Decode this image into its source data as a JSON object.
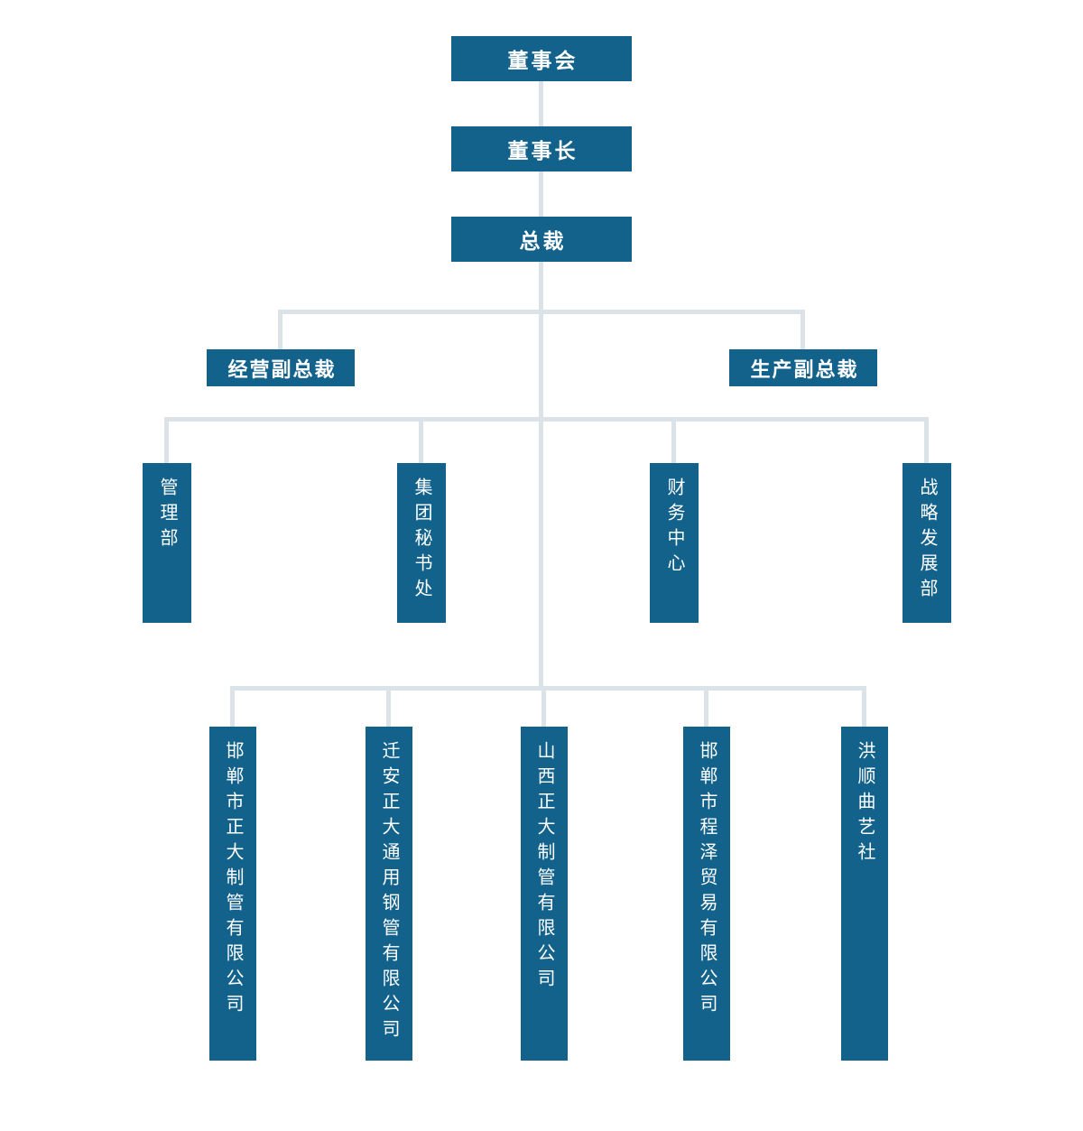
{
  "palette": {
    "node_fill": "#12628c",
    "node_text": "#ffffff",
    "connector_line": "#dce3e8",
    "background": "#ffffff"
  },
  "org_chart": {
    "type": "org-chart",
    "levels": [
      {
        "level": 1,
        "nodes": [
          "board"
        ]
      },
      {
        "level": 2,
        "nodes": [
          "chairman"
        ]
      },
      {
        "level": 3,
        "nodes": [
          "president"
        ]
      },
      {
        "level": 4,
        "nodes": [
          "vp_operations",
          "vp_production"
        ]
      },
      {
        "level": 5,
        "nodes": [
          "management_dept",
          "group_secretariat",
          "finance_center",
          "strategy_dev_dept"
        ]
      },
      {
        "level": 6,
        "nodes": [
          "handan_zhengda_pipe",
          "qianan_zhengda_steel",
          "shanxi_zhengda_pipe",
          "handan_chengze_trading",
          "hongshun_quyi"
        ]
      }
    ],
    "nodes": {
      "board": {
        "label": "董事会",
        "reports_to": null
      },
      "chairman": {
        "label": "董事长",
        "reports_to": "board"
      },
      "president": {
        "label": "总裁",
        "reports_to": "chairman"
      },
      "vp_operations": {
        "label": "经营副总裁",
        "reports_to": "president"
      },
      "vp_production": {
        "label": "生产副总裁",
        "reports_to": "president"
      },
      "management_dept": {
        "label": "管理部",
        "reports_to": "president"
      },
      "group_secretariat": {
        "label": "集团秘书处",
        "reports_to": "president"
      },
      "finance_center": {
        "label": "财务中心",
        "reports_to": "president"
      },
      "strategy_dev_dept": {
        "label": "战略发展部",
        "reports_to": "president"
      },
      "handan_zhengda_pipe": {
        "label": "邯郸市正大制管有限公司",
        "reports_to": "president"
      },
      "qianan_zhengda_steel": {
        "label": "迁安正大通用钢管有限公司",
        "reports_to": "president"
      },
      "shanxi_zhengda_pipe": {
        "label": "山西正大制管有限公司",
        "reports_to": "president"
      },
      "handan_chengze_trading": {
        "label": "邯郸市程泽贸易有限公司",
        "reports_to": "president"
      },
      "hongshun_quyi": {
        "label": "洪顺曲艺社",
        "reports_to": "president"
      }
    }
  }
}
